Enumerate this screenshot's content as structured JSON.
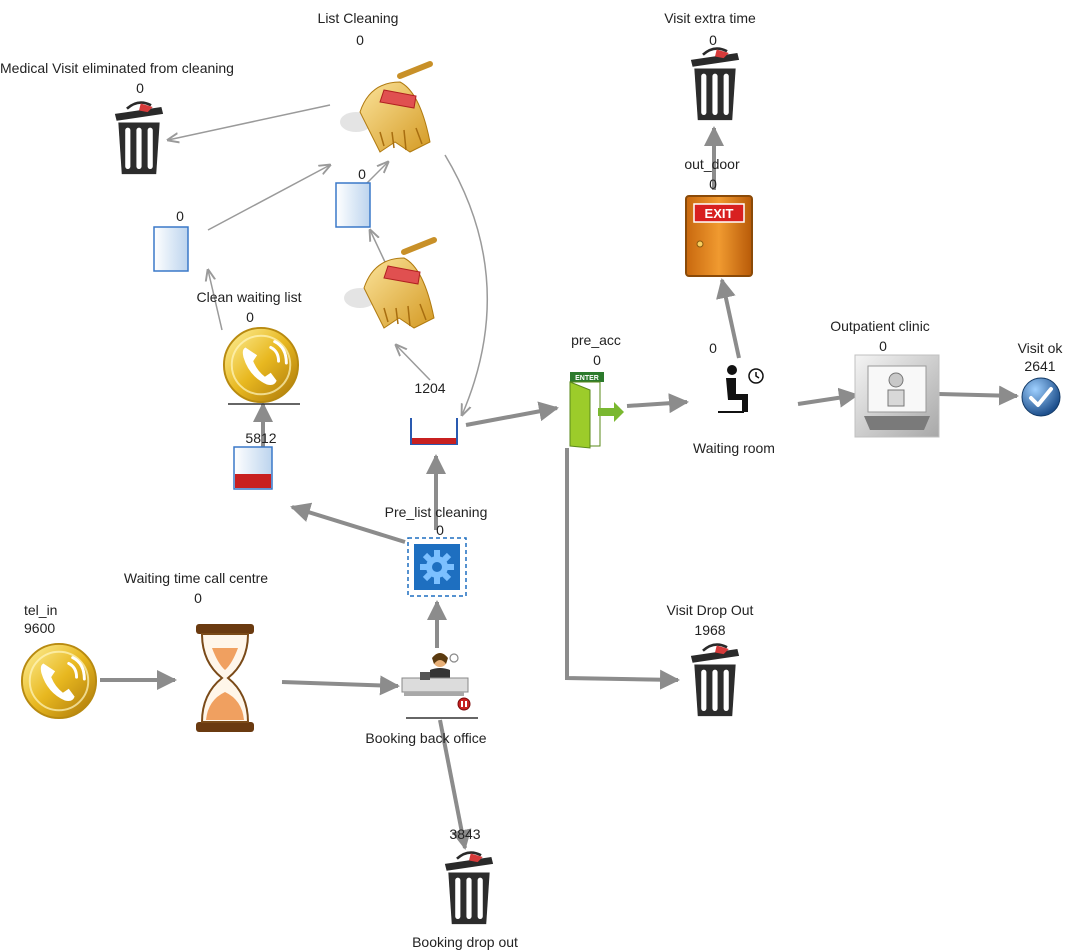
{
  "nodes": {
    "list_cleaning": {
      "name": "List Cleaning",
      "count": "0"
    },
    "eliminated": {
      "name": "Medical Visit eliminated from cleaning",
      "count": "0"
    },
    "queue_a": {
      "count": "0"
    },
    "queue_b": {
      "count": "0"
    },
    "clean_waiting_list": {
      "name": "Clean waiting list",
      "count": "0"
    },
    "clean_queue": {
      "count": "5812"
    },
    "main_queue": {
      "count": "1204"
    },
    "pre_list_cleaning": {
      "name": "Pre_list cleaning",
      "count": "0"
    },
    "pre_acc": {
      "name": "pre_acc",
      "count": "0"
    },
    "visit_extra_time": {
      "name": "Visit extra time",
      "count": "0"
    },
    "out_door": {
      "name": "out_door",
      "count": "0"
    },
    "waiting_room": {
      "name": "Waiting room",
      "count": "0"
    },
    "outpatient_clinic": {
      "name": "Outpatient clinic",
      "count": "0"
    },
    "visit_ok": {
      "name": "Visit ok",
      "count": "2641"
    },
    "visit_drop_out": {
      "name": "Visit Drop Out",
      "count": "1968"
    },
    "waiting_time_call_centre": {
      "name": "Waiting time call centre",
      "count": "0"
    },
    "tel_in": {
      "name": "tel_in",
      "count": "9600"
    },
    "booking_back_office": {
      "name": "Booking back office"
    },
    "booking_drop_out": {
      "name": "Booking drop out",
      "count": "3843"
    }
  },
  "icons": {
    "broom": "broom-icon",
    "trash": "trash-bin-icon",
    "phone": "telephone-icon",
    "queue": "queue-icon",
    "gear": "gear-icon",
    "door": "entrance-door-icon",
    "exit": "exit-door-icon",
    "seat": "seated-person-clock-icon",
    "clinic": "clinic-room-icon",
    "check": "checkmark-icon",
    "hourglass": "hourglass-icon",
    "desk": "operator-desk-icon"
  },
  "exit_sign": "EXIT",
  "enter_sign": "ENTER",
  "colors": {
    "thick_link": "#8c8c8c",
    "thin_link": "#9a9a9a",
    "queue_fill": "#c82020",
    "gear_blue": "#1e6fc0"
  }
}
